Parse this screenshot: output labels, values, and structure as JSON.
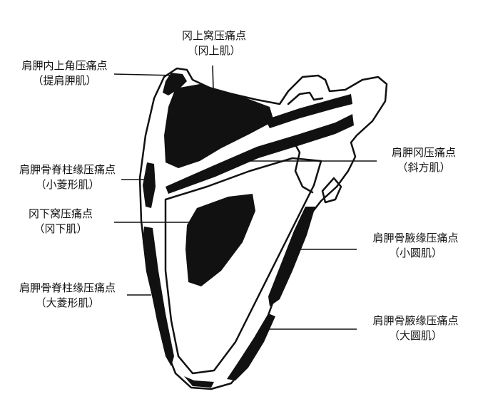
{
  "labels": {
    "supraspinous_fossa": {
      "title": "冈上窝压痛点",
      "muscle": "（冈上肌）"
    },
    "superior_angle": {
      "title": "肩胛内上角压痛点",
      "muscle": "（提肩胛肌）"
    },
    "vertebral_border_upper": {
      "title": "肩胛骨脊柱缘压痛点",
      "muscle": "（小菱形肌）"
    },
    "infraspinous_fossa": {
      "title": "冈下窝压痛点",
      "muscle": "（冈下肌）"
    },
    "vertebral_border_lower": {
      "title": "肩胛骨脊柱缘压痛点",
      "muscle": "（大菱形肌）"
    },
    "spine": {
      "title": "肩胛冈压痛点",
      "muscle": "（斜方肌）"
    },
    "axillary_border_upper": {
      "title": "肩胛骨腋缘压痛点",
      "muscle": "（小圆肌）"
    },
    "axillary_border_lower": {
      "title": "肩胛骨腋缘压痛点",
      "muscle": "（大圆肌）"
    }
  },
  "colors": {
    "ink": "#111111",
    "paper": "#ffffff"
  }
}
